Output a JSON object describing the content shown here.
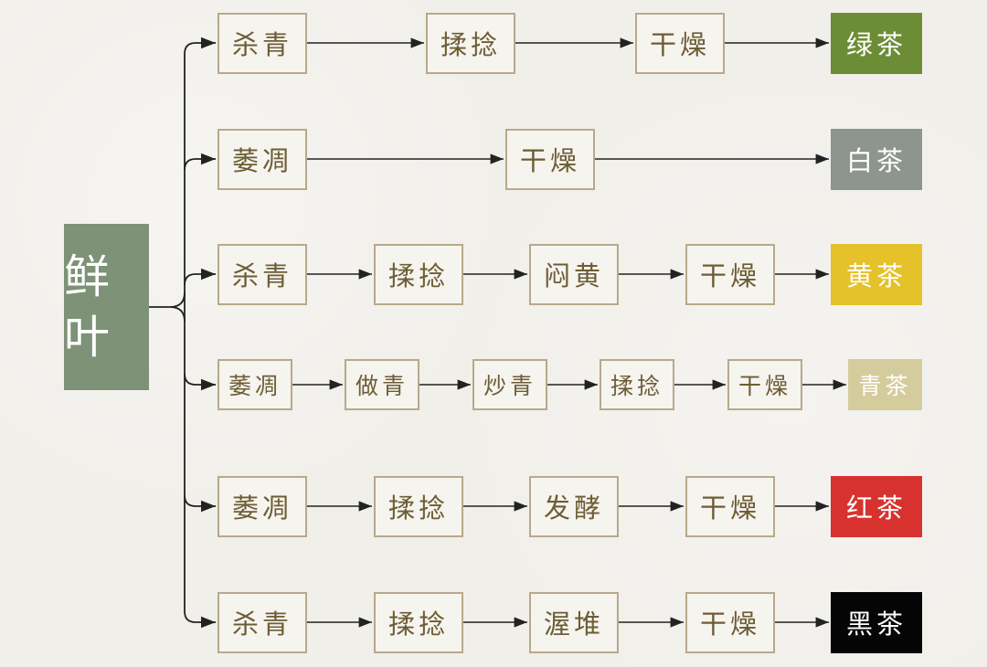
{
  "root": "鲜叶",
  "rows": [
    {
      "steps": [
        "杀青",
        "揉捻",
        "干燥"
      ],
      "result": "绿茶",
      "result_color": "#6c8d35"
    },
    {
      "steps": [
        "萎凋",
        "干燥"
      ],
      "result": "白茶",
      "result_color": "#8e958f"
    },
    {
      "steps": [
        "杀青",
        "揉捻",
        "闷黄",
        "干燥"
      ],
      "result": "黄茶",
      "result_color": "#e5c12a"
    },
    {
      "steps": [
        "萎凋",
        "做青",
        "炒青",
        "揉捻",
        "干燥"
      ],
      "result": "青茶",
      "result_color": "#d5cc9d"
    },
    {
      "steps": [
        "萎凋",
        "揉捻",
        "发酵",
        "干燥"
      ],
      "result": "红茶",
      "result_color": "#d7322e"
    },
    {
      "steps": [
        "杀青",
        "揉捻",
        "渥堆",
        "干燥"
      ],
      "result": "黑茶",
      "result_color": "#050505"
    }
  ]
}
